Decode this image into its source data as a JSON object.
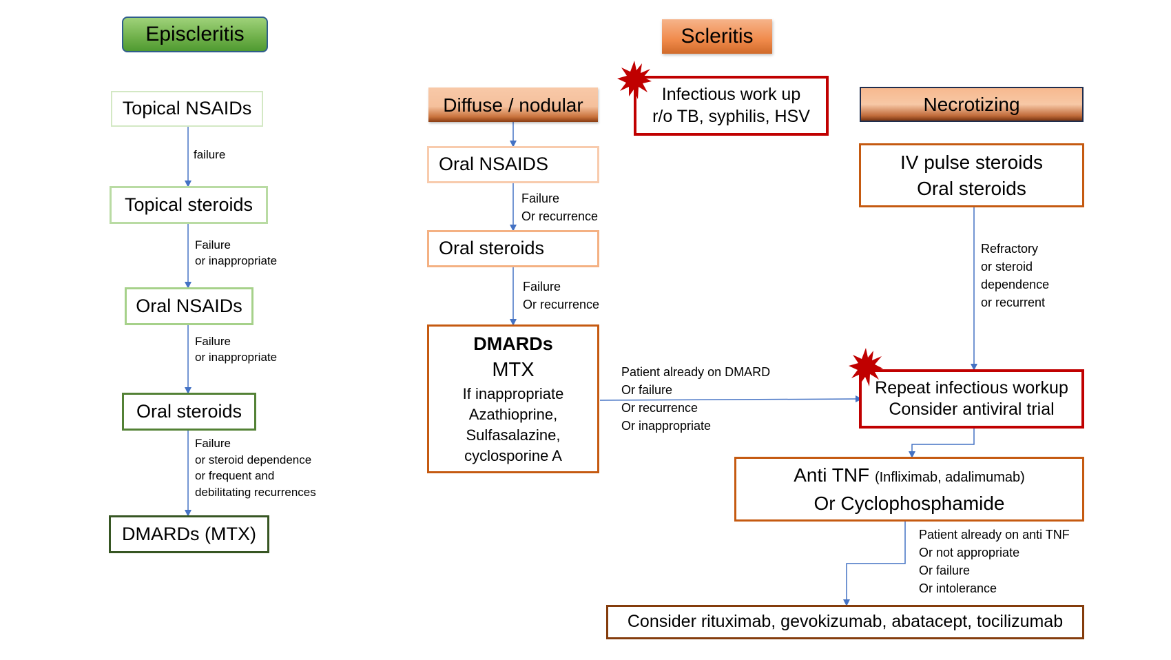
{
  "colors": {
    "arrow": "#4472c4",
    "alert_red": "#c00000",
    "episcleritis_header": "#6fb04a",
    "scleritis_header": "#f08a4b",
    "dmard_border": "#c55a11"
  },
  "episcleritis": {
    "header": "Episcleritis",
    "steps": [
      {
        "label": "Topical NSAIDs"
      },
      {
        "label": "Topical steroids"
      },
      {
        "label": "Oral NSAIDs"
      },
      {
        "label": "Oral steroids"
      },
      {
        "label": "DMARDs (MTX)"
      }
    ],
    "transitions": [
      "failure",
      "Failure\nor inappropriate",
      "Failure\nor inappropriate",
      "Failure\nor steroid dependence\nor frequent and\ndebilitating recurrences"
    ]
  },
  "scleritis": {
    "header": "Scleritis",
    "infectious_workup": {
      "icon": "alert-burst-icon",
      "line1": "Infectious work up",
      "line2": "r/o TB, syphilis, HSV"
    },
    "diffuse_nodular": {
      "header": "Diffuse / nodular",
      "steps": [
        {
          "label": "Oral NSAIDS"
        },
        {
          "label": "Oral steroids"
        }
      ],
      "transitions": [
        "Failure\nOr recurrence",
        "Failure\nOr recurrence"
      ],
      "dmards": {
        "title": "DMARDs",
        "first_line": "MTX",
        "alt_line1": "If inappropriate",
        "alt_line2": "Azathioprine,",
        "alt_line3": "Sulfasalazine,",
        "alt_line4": "cyclosporine A"
      },
      "to_necrotizing_transition": "Patient already on DMARD\nOr failure\nOr recurrence\nOr inappropriate"
    },
    "necrotizing": {
      "header": "Necrotizing",
      "first_line": {
        "line1": "IV pulse steroids",
        "line2": "Oral steroids"
      },
      "transition_refractory": "Refractory\nor steroid\ndependence\nor recurrent",
      "repeat_workup": {
        "icon": "alert-burst-icon",
        "line1": "Repeat infectious workup",
        "line2": "Consider antiviral trial"
      },
      "anti_tnf": {
        "main": "Anti TNF",
        "examples": "(Infliximab, adalimumab)",
        "line2": "Or Cyclophosphamide"
      },
      "transition_anti_tnf": "Patient already on anti TNF\nOr not appropriate\nOr failure\nOr intolerance",
      "final": "Consider rituximab, gevokizumab, abatacept, tocilizumab"
    }
  }
}
